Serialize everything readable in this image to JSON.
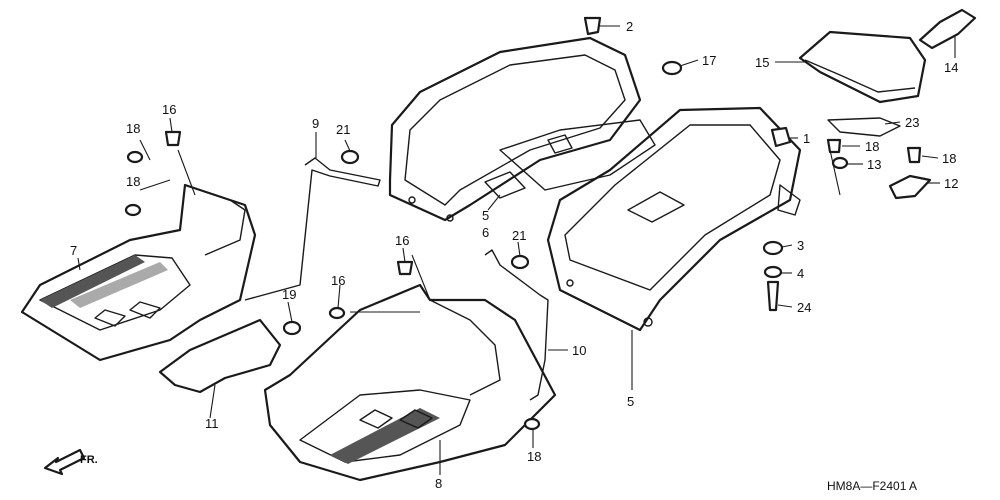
{
  "diagram": {
    "reference_code": "HM8A—F2401 A",
    "direction_label": "FR.",
    "callouts": [
      "2",
      "17",
      "15",
      "14",
      "1",
      "23",
      "18",
      "13",
      "18",
      "12",
      "3",
      "4",
      "24",
      "9",
      "21",
      "16",
      "18",
      "18",
      "7",
      "19",
      "11",
      "16",
      "16",
      "21",
      "10",
      "5",
      "6",
      "5",
      "8",
      "18"
    ]
  }
}
